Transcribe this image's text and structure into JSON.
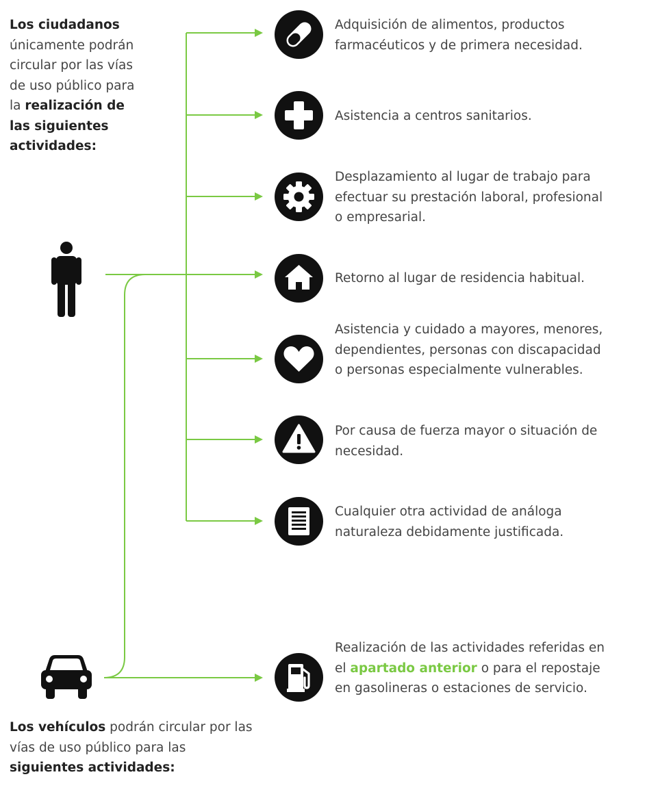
{
  "intro_citizens": {
    "pre": "Los ciudadanos",
    "mid": " únicamente podrán circular por las vías de uso público para la ",
    "bold": "realización de las siguientes actividades:"
  },
  "activities": [
    {
      "text": "Adquisición de alimentos, productos farmacéuticos y de primera necesidad.",
      "icon": "pill-icon"
    },
    {
      "text": "Asistencia a centros sanitarios.",
      "icon": "medical-cross-icon"
    },
    {
      "text": "Desplazamiento al lugar de trabajo para efectuar su prestación laboral, profesional o empresarial.",
      "icon": "gear-icon"
    },
    {
      "text": "Retorno al lugar de residencia habitual.",
      "icon": "house-icon"
    },
    {
      "text": "Asistencia y cuidado a mayores, menores, dependientes, personas con discapacidad o personas especialmente vulnerables.",
      "icon": "heart-icon"
    },
    {
      "text": "Por causa de fuerza mayor o situación de necesidad.",
      "icon": "warning-icon"
    },
    {
      "text": "Cualquier otra actividad de análoga naturaleza debidamente justificada.",
      "icon": "document-icon"
    }
  ],
  "vehicle_activity": {
    "pre": "Realización de las actividades referidas en el ",
    "highlight": "apartado anterior",
    "post": " o para el repostaje en gasolineras o estaciones de servicio.",
    "icon": "fuel-pump-icon"
  },
  "intro_vehicles": {
    "bold1": "Los vehículos",
    "mid": " podrán circular por las vías de uso público para las ",
    "bold2": "siguientes actividades:"
  },
  "colors": {
    "accent": "#7ac943",
    "icon_bg": "#111111",
    "text": "#444444",
    "heading": "#222222"
  }
}
